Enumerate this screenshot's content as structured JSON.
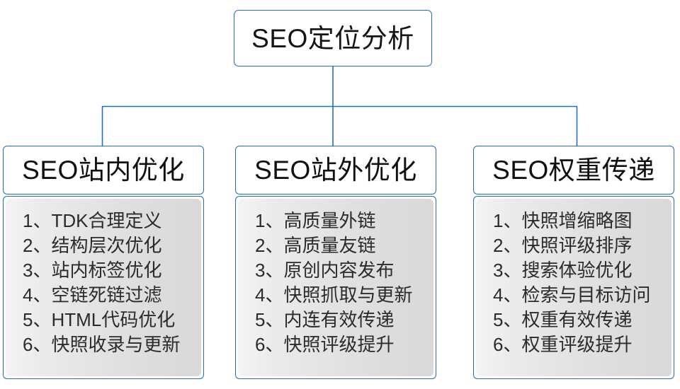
{
  "diagram": {
    "type": "org-tree",
    "root": {
      "title": "SEO定位分析"
    },
    "accent_color": "#1f6fc4",
    "panel_color": "#e2e2e2",
    "text_color": "#2b2b2b",
    "branches": [
      {
        "title": "SEO站内优化",
        "items": [
          {
            "num": "1、",
            "label": "TDK合理定义"
          },
          {
            "num": "2、",
            "label": "结构层次优化"
          },
          {
            "num": "3、",
            "label": "站内标签优化"
          },
          {
            "num": "4、",
            "label": "空链死链过滤"
          },
          {
            "num": "5、",
            "label": "HTML代码优化"
          },
          {
            "num": "6、",
            "label": "快照收录与更新"
          }
        ]
      },
      {
        "title": "SEO站外优化",
        "items": [
          {
            "num": "1、",
            "label": "高质量外链"
          },
          {
            "num": "2、",
            "label": "高质量友链"
          },
          {
            "num": "3、",
            "label": "原创内容发布"
          },
          {
            "num": "4、",
            "label": "快照抓取与更新"
          },
          {
            "num": "5、",
            "label": "内连有效传递"
          },
          {
            "num": "6、",
            "label": "快照评级提升"
          }
        ]
      },
      {
        "title": "SEO权重传递",
        "items": [
          {
            "num": "1、",
            "label": "快照增缩略图"
          },
          {
            "num": "2、",
            "label": "快照评级排序"
          },
          {
            "num": "3、",
            "label": "搜索体验优化"
          },
          {
            "num": "4、",
            "label": "检索与目标访问"
          },
          {
            "num": "5、",
            "label": "权重有效传递"
          },
          {
            "num": "6、",
            "label": "权重评级提升"
          }
        ]
      }
    ]
  }
}
